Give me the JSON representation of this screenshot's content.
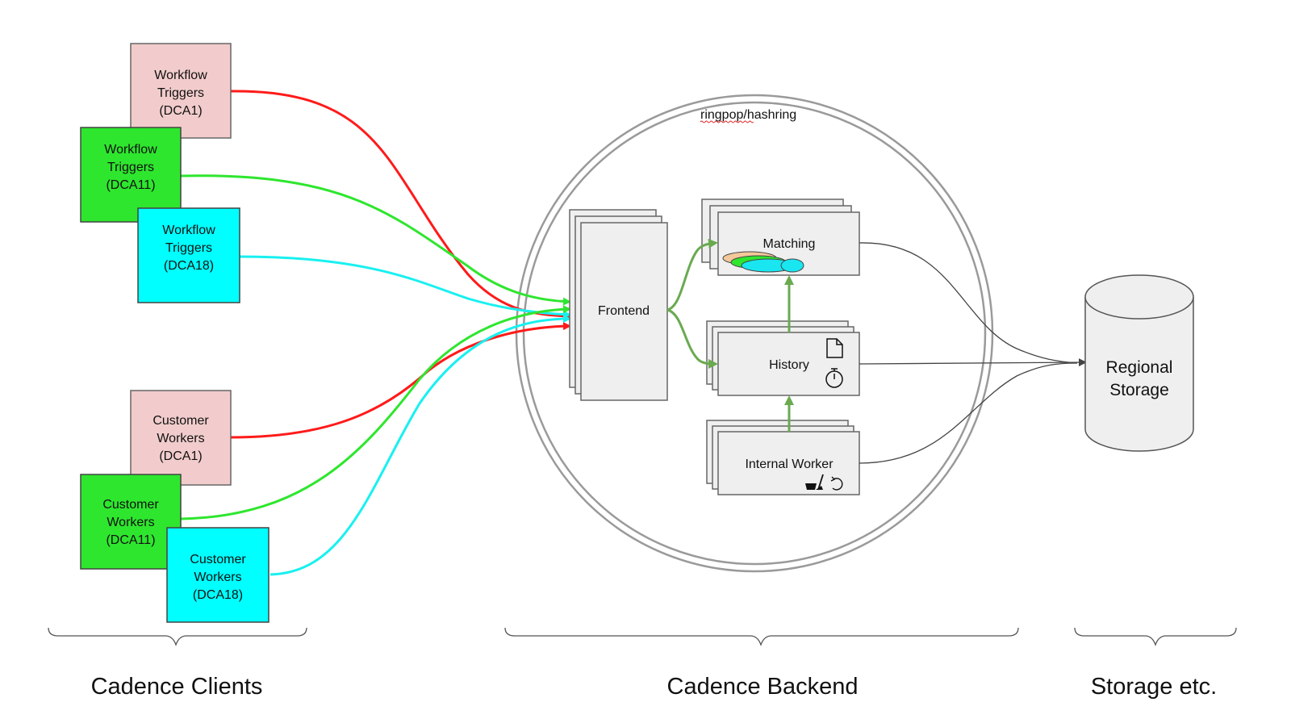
{
  "clients": {
    "workflow_triggers": [
      {
        "lines": [
          "Workflow",
          "Triggers",
          "(DCA1)"
        ],
        "fill": "#f2cccc"
      },
      {
        "lines": [
          "Workflow",
          "Triggers",
          "(DCA11)"
        ],
        "fill": "#2ee62e"
      },
      {
        "lines": [
          "Workflow",
          "Triggers",
          "(DCA18)"
        ],
        "fill": "#00ffff"
      }
    ],
    "customer_workers": [
      {
        "lines": [
          "Customer",
          "Workers",
          "(DCA1)"
        ],
        "fill": "#f2cccc"
      },
      {
        "lines": [
          "Customer",
          "Workers",
          "(DCA11)"
        ],
        "fill": "#2ee62e"
      },
      {
        "lines": [
          "Customer",
          "Workers",
          "(DCA18)"
        ],
        "fill": "#00ffff"
      }
    ]
  },
  "backend": {
    "ring_label": "ringpop/hashring",
    "frontend": "Frontend",
    "matching": "Matching",
    "history": "History",
    "internal_worker": "Internal Worker"
  },
  "storage": {
    "lines": [
      "Regional",
      "Storage"
    ]
  },
  "sections": {
    "clients": "Cadence Clients",
    "backend": "Cadence Backend",
    "storage": "Storage etc."
  },
  "colors": {
    "red": "#ff1a1a",
    "green": "#2ee62e",
    "cyan": "#19f0f0",
    "internal_arrow": "#6aaa50",
    "component_fill": "#efefef"
  },
  "icons": [
    "task-queue-icon",
    "document-icon",
    "stopwatch-icon",
    "broom-icon",
    "refresh-icon"
  ]
}
